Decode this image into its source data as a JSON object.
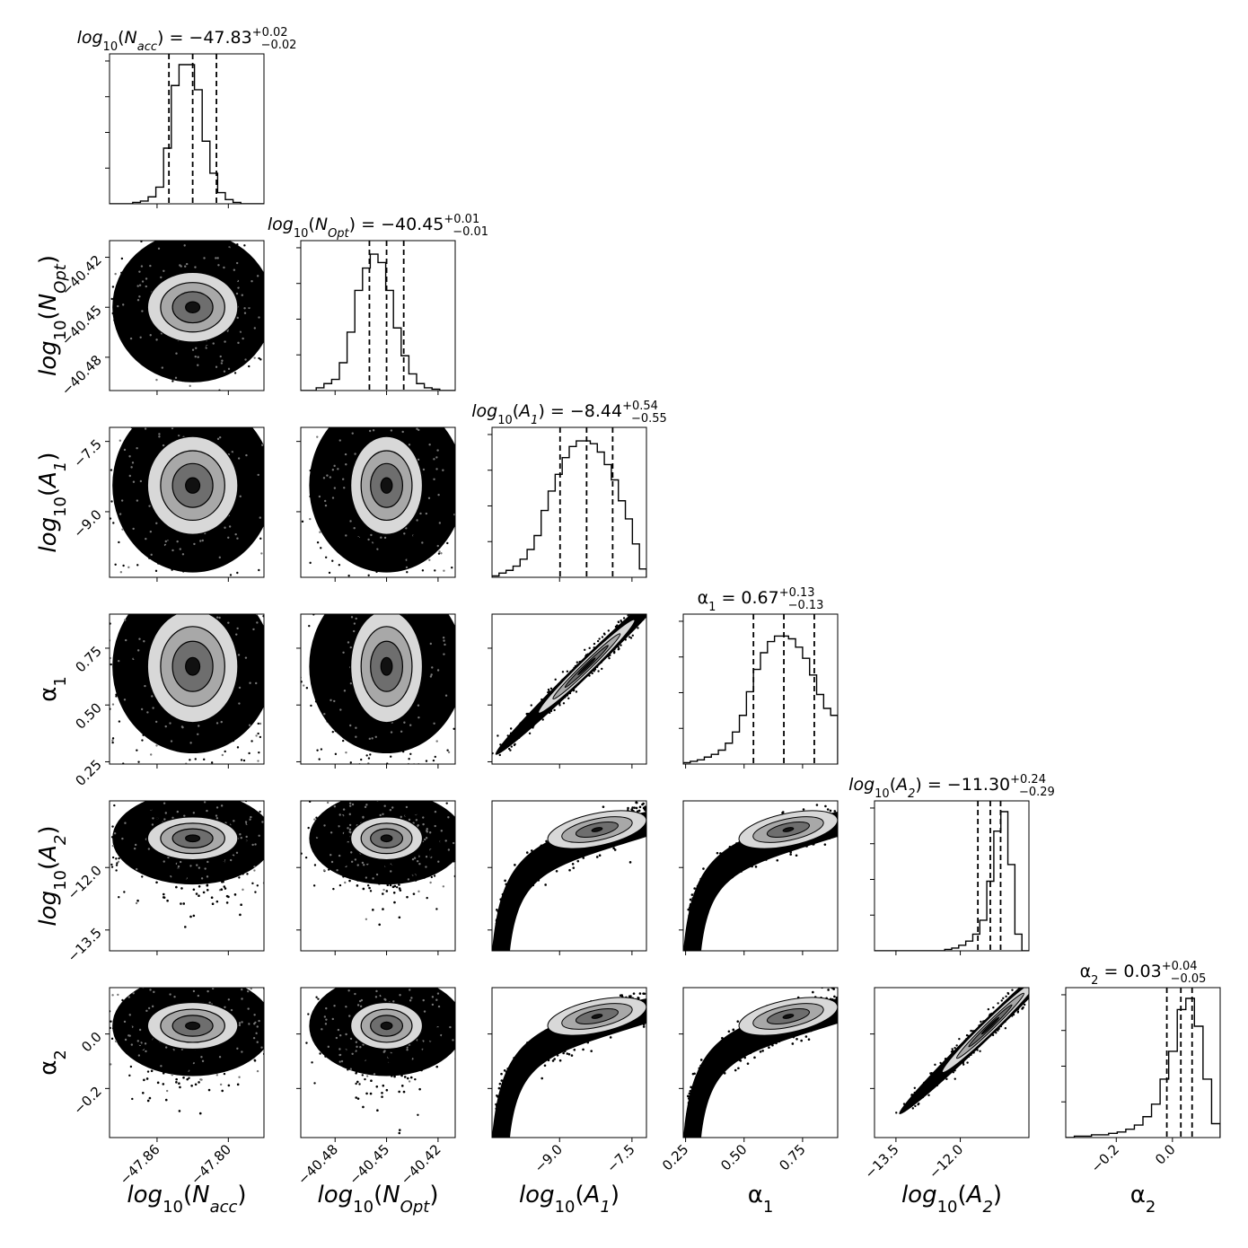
{
  "chart_data": {
    "type": "corner",
    "params": [
      {
        "id": "log_nacc",
        "label_base": "log",
        "label_sub": "10",
        "label_arg": "N",
        "label_arg_sub": "acc",
        "label_italic": true,
        "title_base": "log",
        "title_sub": "10",
        "title_arg": "N",
        "title_arg_sub": "acc",
        "median": -47.83,
        "median_text": "−47.83",
        "err_plus": "+0.02",
        "err_minus": "−0.02",
        "ticks": [
          -47.86,
          -47.8
        ],
        "tick_labels": [
          "−47.86",
          "−47.80"
        ],
        "range": [
          -47.9,
          -47.77
        ],
        "sigma": 0.02
      },
      {
        "id": "log_nopt",
        "label_base": "log",
        "label_sub": "10",
        "label_arg": "N",
        "label_arg_sub": "Opt",
        "label_italic": true,
        "title_base": "log",
        "title_sub": "10",
        "title_arg": "N",
        "title_arg_sub": "Opt",
        "median": -40.45,
        "median_text": "−40.45",
        "err_plus": "+0.01",
        "err_minus": "−0.01",
        "ticks": [
          -40.48,
          -40.45,
          -40.42
        ],
        "tick_labels": [
          "−40.48",
          "−40.45",
          "−40.42"
        ],
        "range": [
          -40.5,
          -40.41
        ],
        "sigma": 0.011
      },
      {
        "id": "log_a1",
        "label_base": "log",
        "label_sub": "10",
        "label_arg": "A",
        "label_arg_sub": "1",
        "label_italic": true,
        "title_base": "log",
        "title_sub": "10",
        "title_arg": "A",
        "title_arg_sub": "1",
        "median": -8.44,
        "median_text": "−8.44",
        "err_plus": "+0.54",
        "err_minus": "−0.55",
        "ticks": [
          -9.0,
          -7.5
        ],
        "tick_labels": [
          "−9.0",
          "−7.5"
        ],
        "range": [
          -10.4,
          -7.2
        ],
        "sigma": 0.55
      },
      {
        "id": "alpha1",
        "label_base": "α",
        "label_sub": "1",
        "label_arg": "",
        "label_arg_sub": "",
        "label_italic": false,
        "title_base": "α",
        "title_sub": "1",
        "title_arg": "",
        "title_arg_sub": "",
        "median": 0.67,
        "median_text": "0.67",
        "err_plus": "+0.13",
        "err_minus": "−0.13",
        "ticks": [
          0.25,
          0.5,
          0.75
        ],
        "tick_labels": [
          "0.25",
          "0.50",
          "0.75"
        ],
        "range": [
          0.24,
          0.9
        ],
        "sigma": 0.13
      },
      {
        "id": "log_a2",
        "label_base": "log",
        "label_sub": "10",
        "label_arg": "A",
        "label_arg_sub": "2",
        "label_italic": true,
        "title_base": "log",
        "title_sub": "10",
        "title_arg": "A",
        "title_arg_sub": "2",
        "median": -11.3,
        "median_text": "−11.30",
        "err_plus": "+0.24",
        "err_minus": "−0.29",
        "ticks": [
          -13.5,
          -12.0
        ],
        "tick_labels": [
          "−13.5",
          "−12.0"
        ],
        "range": [
          -14.0,
          -10.4
        ],
        "sigma": 0.27
      },
      {
        "id": "alpha2",
        "label_base": "α",
        "label_sub": "2",
        "label_arg": "",
        "label_arg_sub": "",
        "label_italic": false,
        "title_base": "α",
        "title_sub": "2",
        "title_arg": "",
        "title_arg_sub": "",
        "median": 0.03,
        "median_text": "0.03",
        "err_plus": "+0.04",
        "err_minus": "−0.05",
        "ticks": [
          -0.2,
          0.0
        ],
        "tick_labels": [
          "−0.2",
          "0.0"
        ],
        "range": [
          -0.38,
          0.17
        ],
        "sigma": 0.045
      }
    ],
    "histograms": [
      {
        "param": "log_nacc",
        "bin_start": -47.9,
        "bin_end": -47.77,
        "counts": [
          0,
          0,
          0,
          0.01,
          0.02,
          0.05,
          0.12,
          0.4,
          0.85,
          1.0,
          1.0,
          0.82,
          0.45,
          0.22,
          0.08,
          0.03,
          0.01,
          0,
          0,
          0
        ]
      },
      {
        "param": "log_nopt",
        "bin_start": -40.5,
        "bin_end": -40.41,
        "counts": [
          0,
          0,
          0.02,
          0.05,
          0.08,
          0.2,
          0.42,
          0.72,
          0.88,
          0.98,
          0.92,
          0.72,
          0.45,
          0.25,
          0.12,
          0.05,
          0.02,
          0.01,
          0,
          0
        ]
      },
      {
        "param": "log_a1",
        "bin_start": -10.4,
        "bin_end": -7.2,
        "counts": [
          0.01,
          0.03,
          0.05,
          0.08,
          0.13,
          0.2,
          0.3,
          0.48,
          0.62,
          0.74,
          0.86,
          0.94,
          0.98,
          0.98,
          0.96,
          0.9,
          0.81,
          0.7,
          0.55,
          0.42,
          0.24,
          0.06
        ]
      },
      {
        "param": "alpha1",
        "bin_start": 0.24,
        "bin_end": 0.9,
        "counts": [
          0.01,
          0.02,
          0.03,
          0.05,
          0.07,
          0.1,
          0.15,
          0.23,
          0.35,
          0.52,
          0.68,
          0.8,
          0.88,
          0.92,
          0.92,
          0.9,
          0.84,
          0.76,
          0.64,
          0.5,
          0.4,
          0.35
        ]
      },
      {
        "param": "log_a2",
        "bin_start": -14.0,
        "bin_end": -10.4,
        "counts": [
          0,
          0,
          0,
          0,
          0,
          0,
          0,
          0,
          0,
          0,
          0.01,
          0.02,
          0.04,
          0.07,
          0.12,
          0.22,
          0.5,
          0.86,
          1.0,
          0.62,
          0.12,
          0
        ]
      },
      {
        "param": "alpha2",
        "bin_start": -0.38,
        "bin_end": 0.17,
        "counts": [
          0,
          0.01,
          0.01,
          0.02,
          0.02,
          0.03,
          0.04,
          0.06,
          0.09,
          0.15,
          0.24,
          0.42,
          0.62,
          0.92,
          1.0,
          0.8,
          0.42,
          0.1
        ]
      }
    ],
    "contour_levels": "0.5, 1, 1.5, 2 sigma",
    "correlated_pairs": [
      [
        "log_a1",
        "alpha1"
      ],
      [
        "log_a2",
        "alpha2"
      ]
    ],
    "grid": false,
    "style": {
      "points": "#000000",
      "fill_outer": "#d8d8d8",
      "fill_mid": "#a8a8a8",
      "fill_inner": "#6e6e6e",
      "fill_core": "#111111",
      "line": "#000000"
    }
  }
}
